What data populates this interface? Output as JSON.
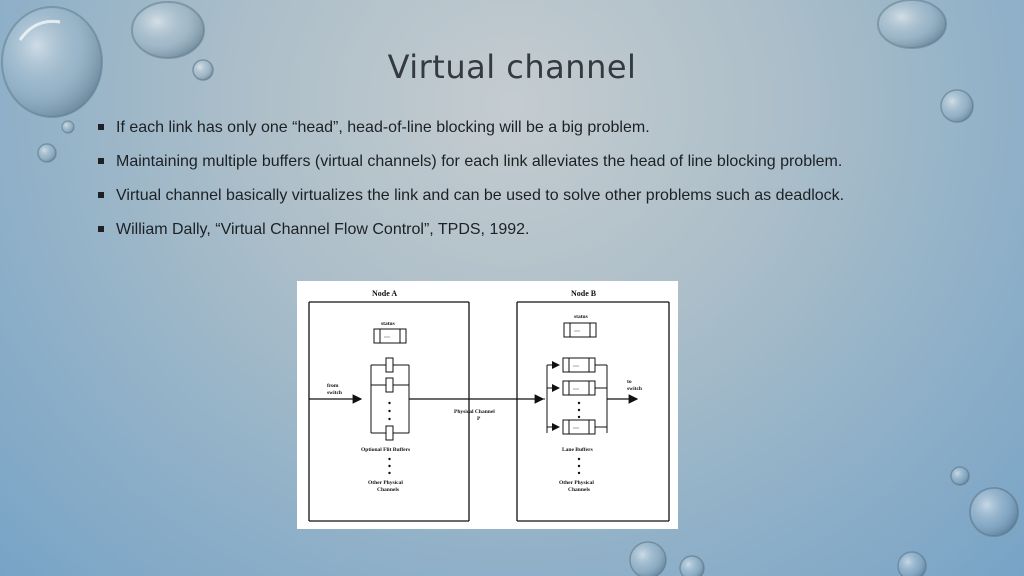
{
  "slide": {
    "title": "Virtual channel",
    "bullets": [
      "If each link has only one “head”, head-of-line blocking will be a big problem.",
      "Maintaining multiple buffers (virtual channels) for each link alleviates the head of line blocking problem.",
      "Virtual channel basically virtualizes the link and can be used to solve other problems such as deadlock.",
      "William Dally, “Virtual Channel Flow Control”, TPDS, 1992."
    ]
  },
  "diagram": {
    "node_a": {
      "title": "Node A",
      "status_label": "status",
      "input_label_1": "from",
      "input_label_2": "switch",
      "buffers_label": "Optional Flit Buffers",
      "others_label_1": "Other Physical",
      "others_label_2": "Channels"
    },
    "node_b": {
      "title": "Node B",
      "status_label": "status",
      "output_label_1": "to",
      "output_label_2": "switch",
      "buffers_label": "Lane Buffers",
      "others_label_1": "Other Physical",
      "others_label_2": "Channels"
    },
    "channel_label_1": "Physical Channel",
    "channel_label_2": "P",
    "ellipsis": "···"
  },
  "colors": {
    "title": "#333a40",
    "text": "#1c2125",
    "figure_ink": "#111111"
  }
}
